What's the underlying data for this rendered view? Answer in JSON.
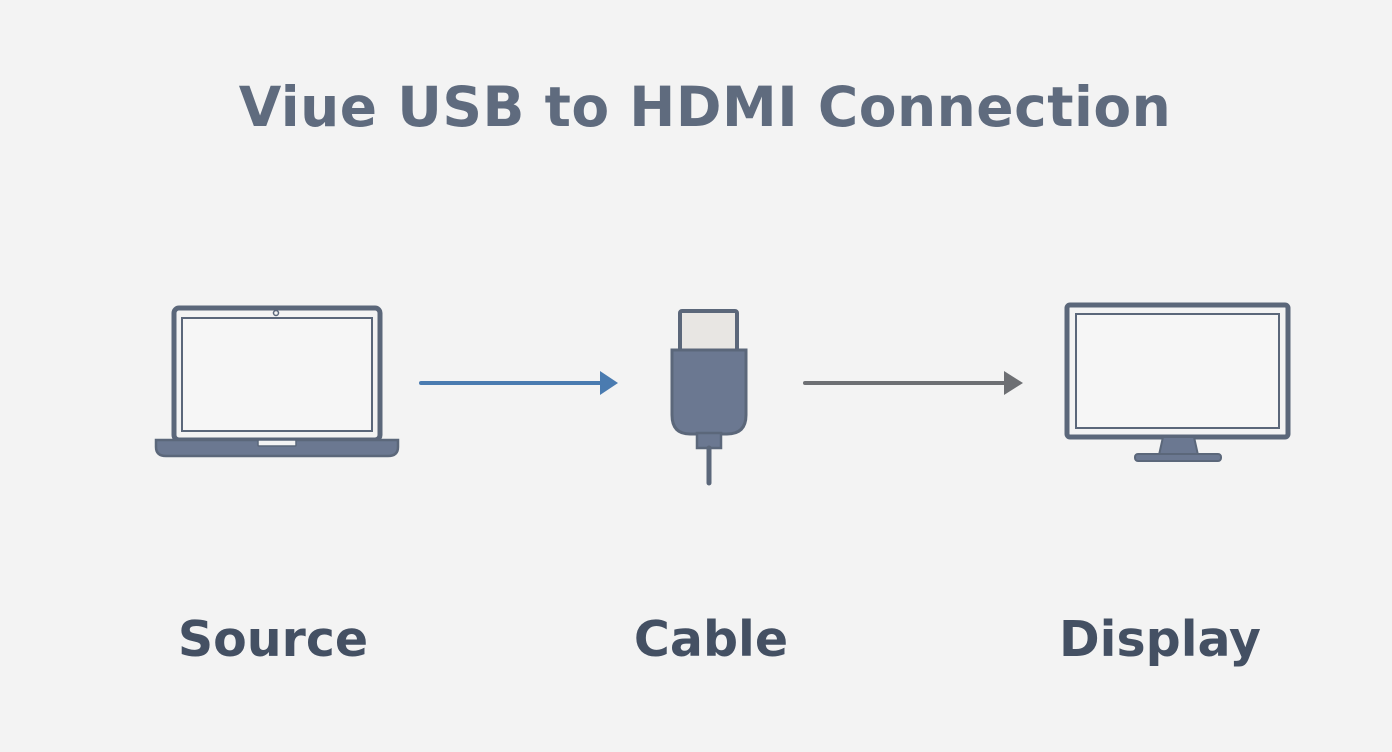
{
  "diagram": {
    "title": "Viue USB to HDMI Connection",
    "nodes": [
      {
        "id": "source",
        "label": "Source",
        "icon": "laptop-icon"
      },
      {
        "id": "cable",
        "label": "Cable",
        "icon": "usb-plug-icon"
      },
      {
        "id": "display",
        "label": "Display",
        "icon": "monitor-icon"
      }
    ],
    "edges": [
      {
        "from": "source",
        "to": "cable",
        "color": "#4a7bb0"
      },
      {
        "from": "cable",
        "to": "display",
        "color": "#6d6f73"
      }
    ]
  },
  "colors": {
    "background": "#f3f3f3",
    "icon_stroke": "#5b677a",
    "icon_fill": "#6b7891",
    "title": "#5f6b7e",
    "label": "#445063"
  }
}
